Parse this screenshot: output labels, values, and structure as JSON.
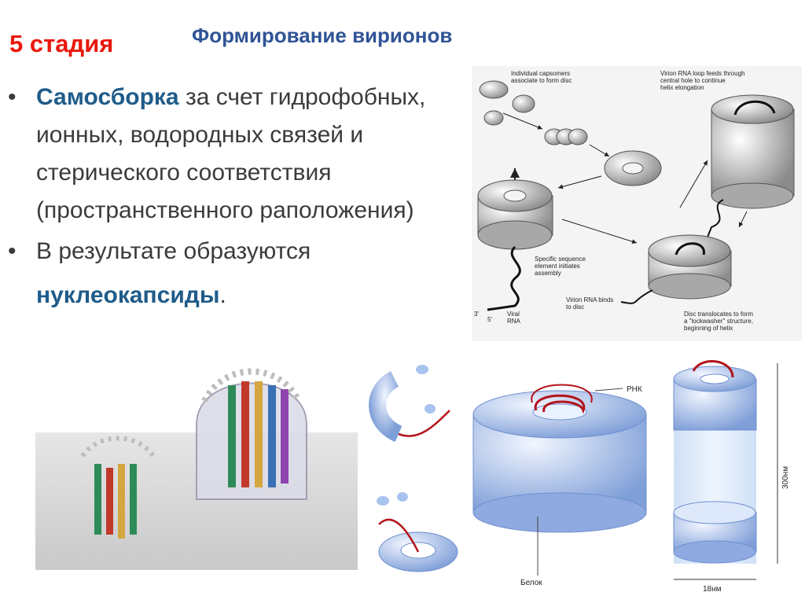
{
  "header": {
    "stage": "5 стадия",
    "title": "Формирование вирионов"
  },
  "bullets": [
    {
      "keyword": "Самосборка",
      "line1_rest": " за счет гидрофобных,",
      "line2": "ионных, водородных связей и",
      "line3": "стерического соответствия",
      "line4": "(пространственного раположения)"
    },
    {
      "line1": "В результате образуются",
      "keyword": "нуклеокапсиды",
      "tail": "."
    }
  ],
  "top_figure": {
    "labels": {
      "capsomers": [
        "Individual capsomers",
        "associate to form disc"
      ],
      "loop": [
        "Virion RNA loop feeds through",
        "central hole to continue",
        "helix elongation"
      ],
      "specific": [
        "Specific sequence",
        "element initiates",
        "assembly"
      ],
      "viral_rna": [
        "Viral",
        "RNA"
      ],
      "binds": [
        "Virion RNA binds",
        "to disc"
      ],
      "lockwasher": [
        "Disc translocates to form",
        "a \"lockwasher\" structure,",
        "beginning of helix"
      ],
      "three_prime": "3'",
      "five_prime": "5'"
    }
  },
  "bottom_figure": {
    "rna_label": "РНК",
    "protein_label": "Белок",
    "length_label": "300нм",
    "width_label": "18нм"
  },
  "colors": {
    "stage": "#e8180c",
    "title": "#2f5496",
    "keyword": "#1f5c8a",
    "text": "#3b3b3b",
    "capsid_blue": "#9db7e6",
    "rna_red": "#b3141b"
  }
}
